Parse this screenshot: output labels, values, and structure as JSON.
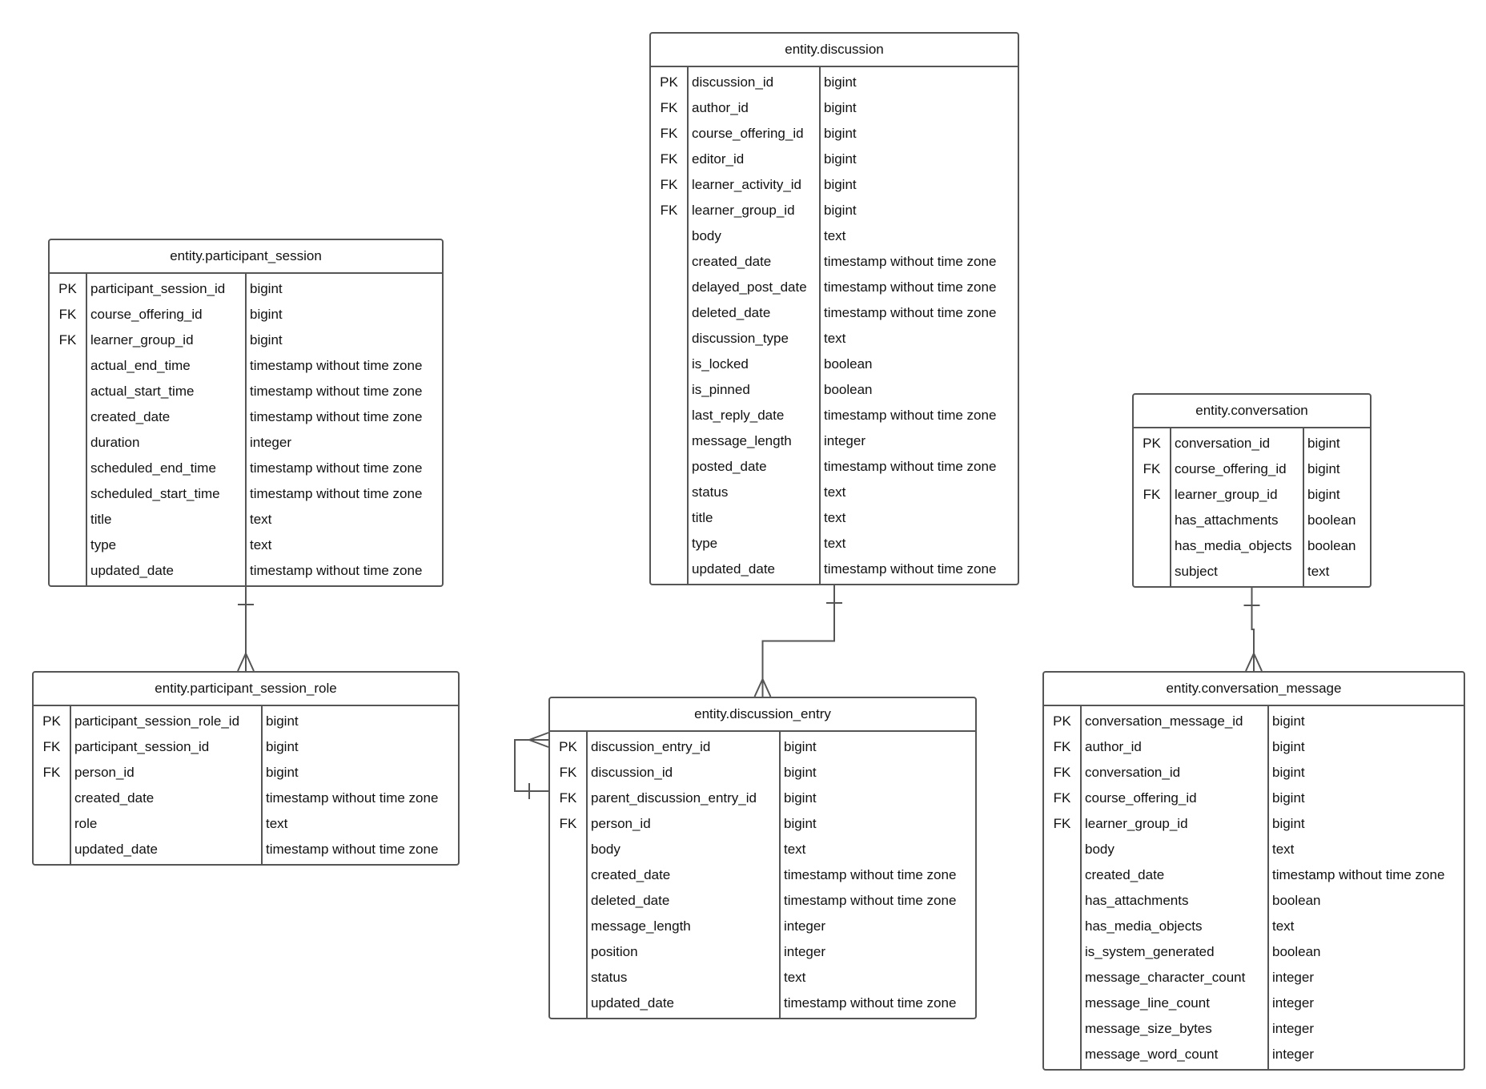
{
  "entities": [
    {
      "id": "participant-session",
      "title": "entity.participant_session",
      "rows": [
        {
          "key": "PK",
          "name": "participant_session_id",
          "type": "bigint"
        },
        {
          "key": "FK",
          "name": "course_offering_id",
          "type": "bigint"
        },
        {
          "key": "FK",
          "name": "learner_group_id",
          "type": "bigint"
        },
        {
          "key": "",
          "name": "actual_end_time",
          "type": "timestamp without time zone"
        },
        {
          "key": "",
          "name": "actual_start_time",
          "type": "timestamp without time zone"
        },
        {
          "key": "",
          "name": "created_date",
          "type": "timestamp without time zone"
        },
        {
          "key": "",
          "name": "duration",
          "type": "integer"
        },
        {
          "key": "",
          "name": "scheduled_end_time",
          "type": "timestamp without time zone"
        },
        {
          "key": "",
          "name": "scheduled_start_time",
          "type": "timestamp without time zone"
        },
        {
          "key": "",
          "name": "title",
          "type": "text"
        },
        {
          "key": "",
          "name": "type",
          "type": "text"
        },
        {
          "key": "",
          "name": "updated_date",
          "type": "timestamp without time zone"
        }
      ]
    },
    {
      "id": "participant-session-role",
      "title": "entity.participant_session_role",
      "rows": [
        {
          "key": "PK",
          "name": "participant_session_role_id",
          "type": "bigint"
        },
        {
          "key": "FK",
          "name": "participant_session_id",
          "type": "bigint"
        },
        {
          "key": "FK",
          "name": "person_id",
          "type": "bigint"
        },
        {
          "key": "",
          "name": "created_date",
          "type": "timestamp without time zone"
        },
        {
          "key": "",
          "name": "role",
          "type": "text"
        },
        {
          "key": "",
          "name": "updated_date",
          "type": "timestamp without time zone"
        }
      ]
    },
    {
      "id": "discussion",
      "title": "entity.discussion",
      "rows": [
        {
          "key": "PK",
          "name": "discussion_id",
          "type": "bigint"
        },
        {
          "key": "FK",
          "name": "author_id",
          "type": "bigint"
        },
        {
          "key": "FK",
          "name": "course_offering_id",
          "type": "bigint"
        },
        {
          "key": "FK",
          "name": "editor_id",
          "type": "bigint"
        },
        {
          "key": "FK",
          "name": "learner_activity_id",
          "type": "bigint"
        },
        {
          "key": "FK",
          "name": "learner_group_id",
          "type": "bigint"
        },
        {
          "key": "",
          "name": "body",
          "type": "text"
        },
        {
          "key": "",
          "name": "created_date",
          "type": "timestamp without time zone"
        },
        {
          "key": "",
          "name": "delayed_post_date",
          "type": "timestamp without time zone"
        },
        {
          "key": "",
          "name": "deleted_date",
          "type": "timestamp without time zone"
        },
        {
          "key": "",
          "name": "discussion_type",
          "type": "text"
        },
        {
          "key": "",
          "name": "is_locked",
          "type": "boolean"
        },
        {
          "key": "",
          "name": "is_pinned",
          "type": "boolean"
        },
        {
          "key": "",
          "name": "last_reply_date",
          "type": "timestamp without time zone"
        },
        {
          "key": "",
          "name": "message_length",
          "type": "integer"
        },
        {
          "key": "",
          "name": "posted_date",
          "type": "timestamp without time zone"
        },
        {
          "key": "",
          "name": "status",
          "type": "text"
        },
        {
          "key": "",
          "name": "title",
          "type": "text"
        },
        {
          "key": "",
          "name": "type",
          "type": "text"
        },
        {
          "key": "",
          "name": "updated_date",
          "type": "timestamp without time zone"
        }
      ]
    },
    {
      "id": "discussion-entry",
      "title": "entity.discussion_entry",
      "rows": [
        {
          "key": "PK",
          "name": "discussion_entry_id",
          "type": "bigint"
        },
        {
          "key": "FK",
          "name": "discussion_id",
          "type": "bigint"
        },
        {
          "key": "FK",
          "name": "parent_discussion_entry_id",
          "type": "bigint"
        },
        {
          "key": "FK",
          "name": "person_id",
          "type": "bigint"
        },
        {
          "key": "",
          "name": "body",
          "type": "text"
        },
        {
          "key": "",
          "name": "created_date",
          "type": "timestamp without time zone"
        },
        {
          "key": "",
          "name": "deleted_date",
          "type": "timestamp without time zone"
        },
        {
          "key": "",
          "name": "message_length",
          "type": "integer"
        },
        {
          "key": "",
          "name": "position",
          "type": "integer"
        },
        {
          "key": "",
          "name": "status",
          "type": "text"
        },
        {
          "key": "",
          "name": "updated_date",
          "type": "timestamp without time zone"
        }
      ]
    },
    {
      "id": "conversation",
      "title": "entity.conversation",
      "rows": [
        {
          "key": "PK",
          "name": "conversation_id",
          "type": "bigint"
        },
        {
          "key": "FK",
          "name": "course_offering_id",
          "type": "bigint"
        },
        {
          "key": "FK",
          "name": "learner_group_id",
          "type": "bigint"
        },
        {
          "key": "",
          "name": "has_attachments",
          "type": "boolean"
        },
        {
          "key": "",
          "name": "has_media_objects",
          "type": "boolean"
        },
        {
          "key": "",
          "name": "subject",
          "type": "text"
        }
      ]
    },
    {
      "id": "conversation-message",
      "title": "entity.conversation_message",
      "rows": [
        {
          "key": "PK",
          "name": "conversation_message_id",
          "type": "bigint"
        },
        {
          "key": "FK",
          "name": "author_id",
          "type": "bigint"
        },
        {
          "key": "FK",
          "name": "conversation_id",
          "type": "bigint"
        },
        {
          "key": "FK",
          "name": "course_offering_id",
          "type": "bigint"
        },
        {
          "key": "FK",
          "name": "learner_group_id",
          "type": "bigint"
        },
        {
          "key": "",
          "name": "body",
          "type": "text"
        },
        {
          "key": "",
          "name": "created_date",
          "type": "timestamp without time zone"
        },
        {
          "key": "",
          "name": "has_attachments",
          "type": "boolean"
        },
        {
          "key": "",
          "name": "has_media_objects",
          "type": "text"
        },
        {
          "key": "",
          "name": "is_system_generated",
          "type": "boolean"
        },
        {
          "key": "",
          "name": "message_character_count",
          "type": "integer"
        },
        {
          "key": "",
          "name": "message_line_count",
          "type": "integer"
        },
        {
          "key": "",
          "name": "message_size_bytes",
          "type": "integer"
        },
        {
          "key": "",
          "name": "message_word_count",
          "type": "integer"
        }
      ]
    }
  ],
  "relationships": [
    {
      "from": "participant-session",
      "to": "participant-session-role",
      "from_cardinality": "one",
      "to_cardinality": "many"
    },
    {
      "from": "discussion",
      "to": "discussion-entry",
      "from_cardinality": "one",
      "to_cardinality": "many"
    },
    {
      "from": "conversation",
      "to": "conversation-message",
      "from_cardinality": "one",
      "to_cardinality": "many"
    },
    {
      "from": "discussion-entry",
      "to": "discussion-entry",
      "from_cardinality": "one",
      "to_cardinality": "many"
    }
  ],
  "colors": {
    "border": "#555555",
    "text": "#111111",
    "background": "#ffffff"
  }
}
